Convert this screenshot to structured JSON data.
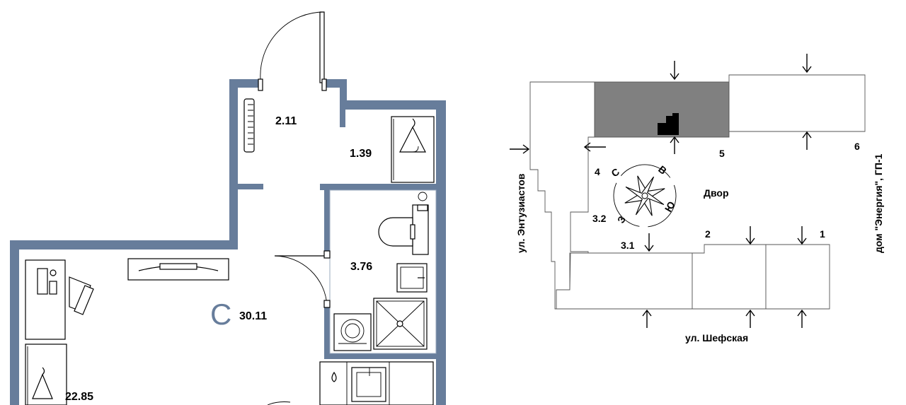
{
  "floor_plan": {
    "rooms": [
      {
        "id": "hall",
        "area": "2.11"
      },
      {
        "id": "wardrobe",
        "area": "1.39"
      },
      {
        "id": "bathroom",
        "area": "3.76"
      },
      {
        "id": "studio",
        "area": "30.11"
      },
      {
        "id": "living",
        "area": "22.85"
      }
    ],
    "studio_letter": "С"
  },
  "site_plan": {
    "streets": {
      "left": "ул. Энтузиастов",
      "bottom": "ул. Шефская",
      "right": "дом \"Энергия\", ГП-1"
    },
    "yard": "Двор",
    "sections": [
      "1",
      "2",
      "3.1",
      "3.2",
      "4",
      "5",
      "6"
    ],
    "compass": {
      "north": "С",
      "east": "В",
      "south": "Ю",
      "west": "З"
    },
    "colors": {
      "highlight": "#808080",
      "marker": "#000000",
      "walls": "#677d9b"
    }
  }
}
